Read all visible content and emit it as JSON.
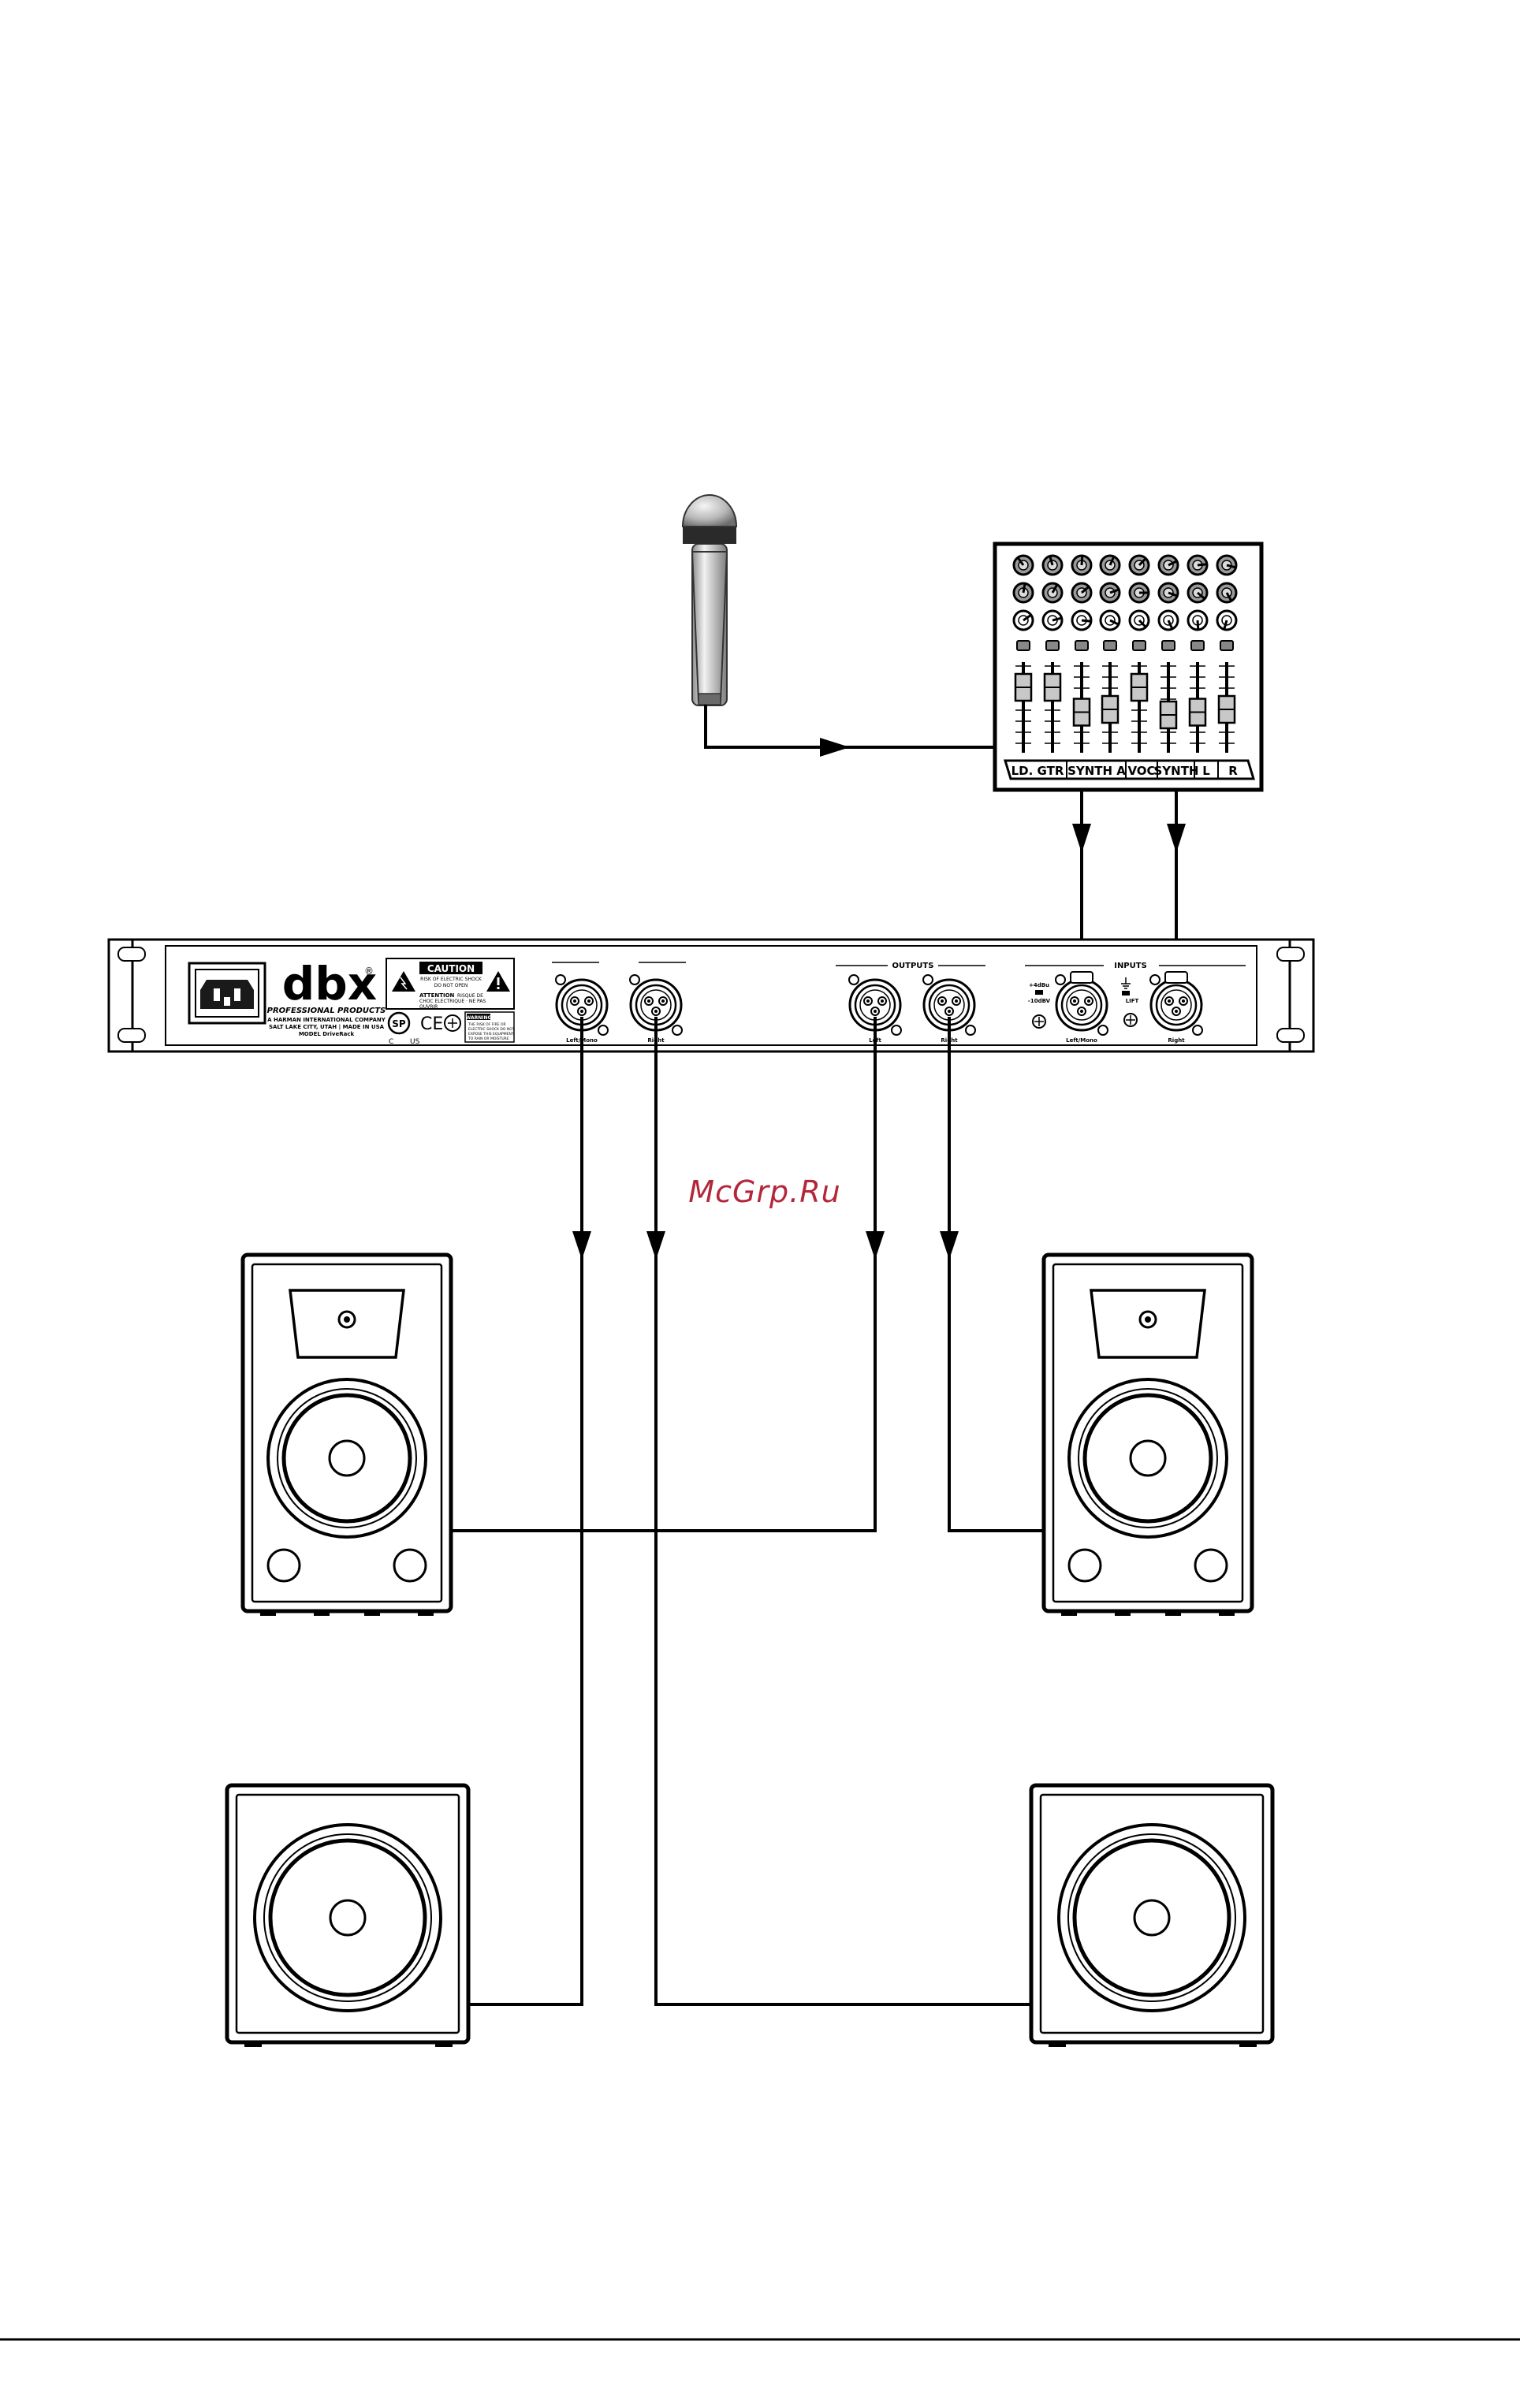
{
  "watermark": "McGrp.Ru",
  "brand": {
    "logo": "dbx",
    "registered": "®",
    "line1": "PROFESSIONAL PRODUCTS",
    "line2": "A HARMAN INTERNATIONAL COMPANY",
    "line3": "SALT LAKE CITY, UTAH | MADE IN USA",
    "line4": "MODEL DriveRack"
  },
  "caution": {
    "title": "CAUTION",
    "sub1": "RISK OF ELECTRIC SHOCK",
    "sub2": "DO NOT OPEN",
    "attention": "ATTENTION",
    "att1": "RISQUE DE",
    "att2": "CHOC ELECTRIQUE · NE PAS",
    "att3": "OUVRIR"
  },
  "warning": {
    "title": "WARNING",
    "line1": "THE RISK OF FIRE OR",
    "line2": "ELECTRIC SHOCK DO NOT",
    "line3": "EXPOSE THIS EQUIPMENT",
    "line4": "TO RAIN OR MOISTURE"
  },
  "cert": {
    "ce": "CE",
    "c": "C",
    "us": "US"
  },
  "panel": {
    "outputs_label": "OUTPUTS",
    "inputs_label": "INPUTS",
    "out_left": "Left/Mono",
    "out_right": "Right",
    "out2_left": "Left",
    "out2_right": "Right",
    "in_left": "Left/Mono",
    "in_right": "Right",
    "level_plus4": "+4dBu",
    "level_minus10": "-10dBV",
    "lift": "LIFT"
  },
  "mixer": {
    "channels": [
      "LD. GTR",
      "SYNTH A",
      "VOC",
      "SYNTH",
      "L",
      "R"
    ]
  }
}
